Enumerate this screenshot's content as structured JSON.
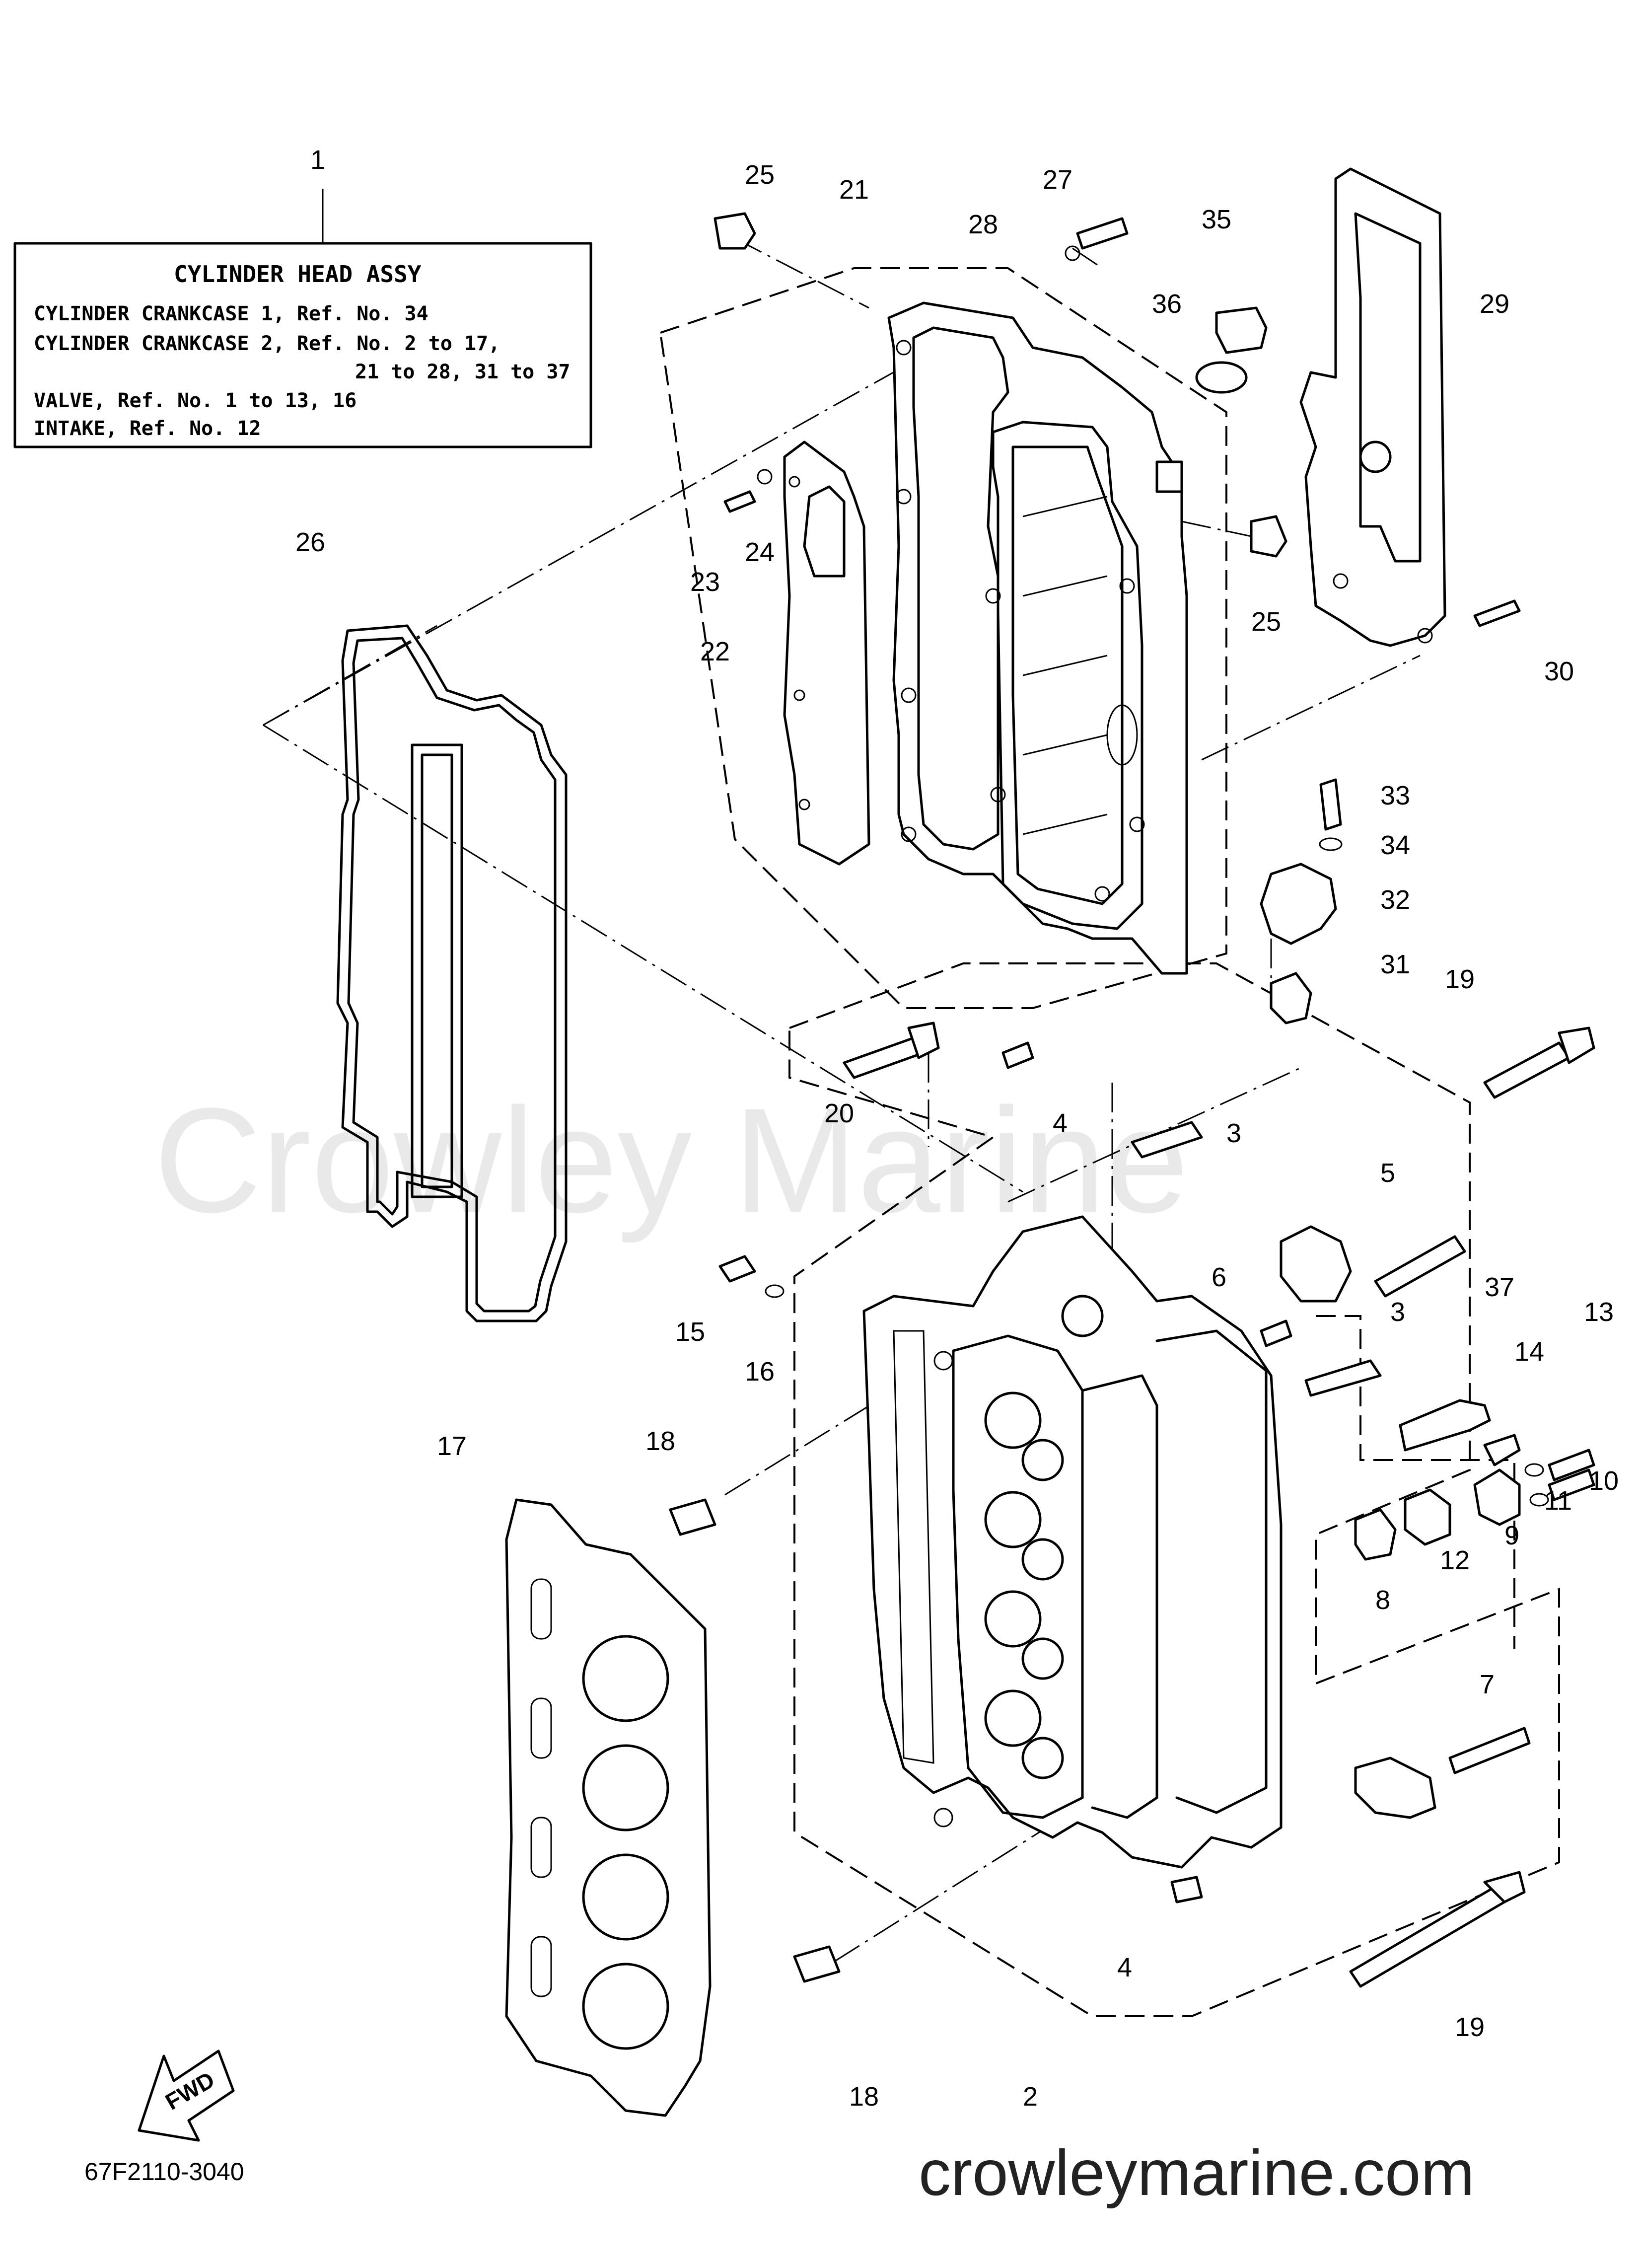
{
  "label_box": {
    "title": "CYLINDER HEAD ASSY",
    "lines": [
      "CYLINDER CRANKCASE 1,  Ref. No. 34",
      "CYLINDER CRANKCASE 2,  Ref. No. 2 to 17,",
      "21 to 28, 31 to 37",
      "VALVE,  Ref. No. 1 to 13, 16",
      "INTAKE, Ref. No. 12"
    ]
  },
  "callouts": [
    "1",
    "25",
    "21",
    "27",
    "28",
    "35",
    "36",
    "29",
    "26",
    "23",
    "24",
    "22",
    "25",
    "30",
    "33",
    "34",
    "32",
    "31",
    "19",
    "20",
    "4",
    "3",
    "5",
    "6",
    "37",
    "3",
    "13",
    "14",
    "15",
    "16",
    "17",
    "18",
    "11",
    "10",
    "9",
    "12",
    "8",
    "7",
    "4",
    "19",
    "18",
    "2"
  ],
  "fwd_label": "FWD",
  "part_code": "67F2110-3040",
  "watermark": "Crowley Marine",
  "site": "crowleymarine.com"
}
